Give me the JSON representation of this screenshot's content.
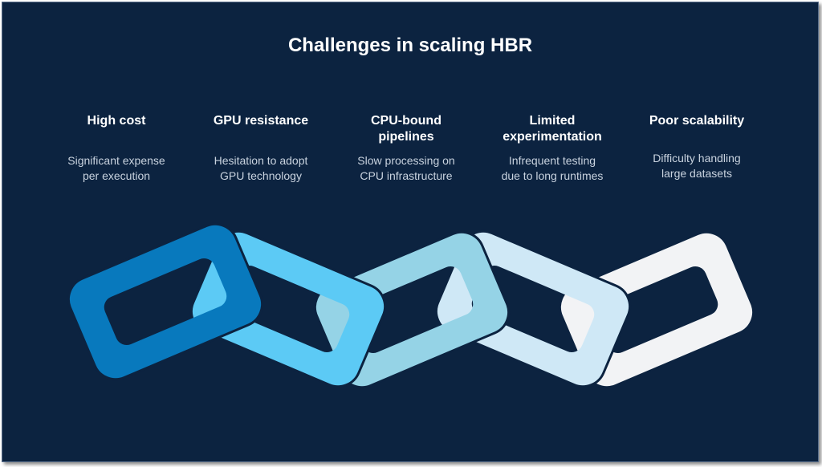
{
  "title": "Challenges in scaling HBR",
  "columns": [
    {
      "title": "High cost",
      "desc_line1": "Significant expense",
      "desc_line2": "per execution"
    },
    {
      "title": "GPU resistance",
      "desc_line1": "Hesitation to adopt",
      "desc_line2": "GPU technology"
    },
    {
      "title_line1": "CPU-bound",
      "title_line2": "pipelines",
      "desc_line1": "Slow processing on",
      "desc_line2": "CPU infrastructure"
    },
    {
      "title_line1": "Limited",
      "title_line2": "experimentation",
      "desc_line1": "Infrequent testing",
      "desc_line2": "due to long runtimes"
    },
    {
      "title": "Poor scalability",
      "desc_line1": "Difficulty handling",
      "desc_line2": "large datasets"
    }
  ],
  "colors": {
    "background": "#0c2340",
    "link_1": "#0879bd",
    "link_2": "#5ccaf5",
    "link_3": "#95d3e6",
    "link_4": "#cfe8f6",
    "link_5": "#f2f3f5"
  }
}
